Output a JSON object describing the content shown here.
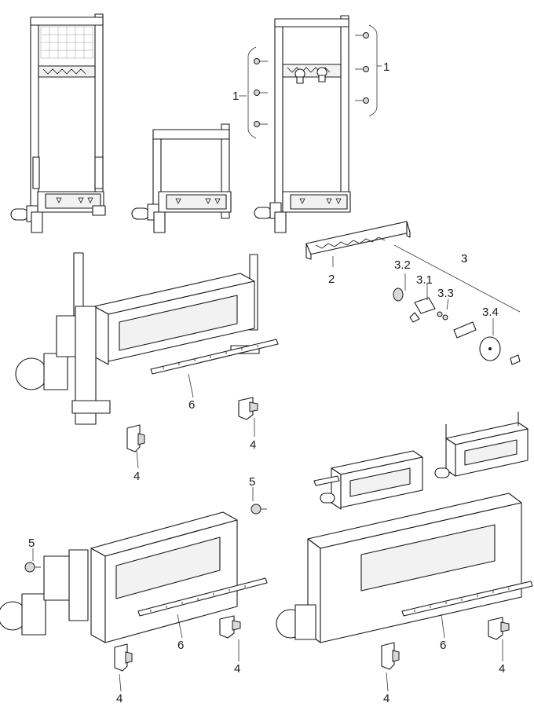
{
  "callouts": {
    "c1_left": "1",
    "c1_right": "1",
    "c2": "2",
    "c3": "3",
    "c3_1": "3.1",
    "c3_2": "3.2",
    "c3_3": "3.3",
    "c3_4": "3.4",
    "c4_a": "4",
    "c4_b": "4",
    "c4_c": "4",
    "c4_d": "4",
    "c4_e": "4",
    "c4_f": "4",
    "c5_a": "5",
    "c5_b": "5",
    "c6_a": "6",
    "c6_b": "6",
    "c6_c": "6"
  },
  "colors": {
    "line": "#1a1a1a",
    "fill": "#ffffff",
    "shade": "#f2f2f2"
  }
}
